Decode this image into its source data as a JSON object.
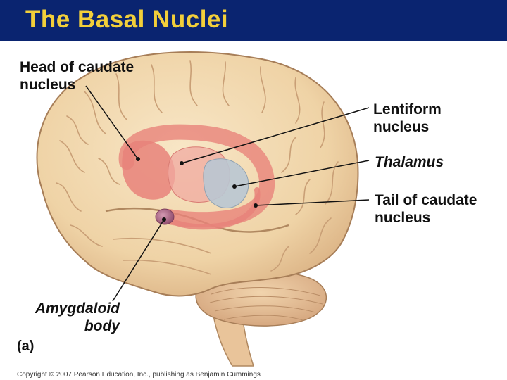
{
  "title": "The Basal Nuclei",
  "labels": {
    "head_caudate": [
      "Head of caudate",
      "nucleus"
    ],
    "lentiform": [
      "Lentiform",
      "nucleus"
    ],
    "thalamus": "Thalamus",
    "tail_caudate": [
      "Tail of caudate",
      "nucleus"
    ],
    "amygdaloid": [
      "Amygdaloid",
      "body"
    ],
    "panel": "(a)"
  },
  "copyright": "Copyright © 2007 Pearson Education, Inc., publishing as Benjamin Cummings",
  "colors": {
    "title_bar": "#0a2470",
    "title_text": "#f2cf3a",
    "brain_tissue": "#f3d9b1",
    "caudate_nucleus": "#e8837a",
    "thalamus": "#b9c7d3",
    "amygdala": "#b56a8a"
  }
}
